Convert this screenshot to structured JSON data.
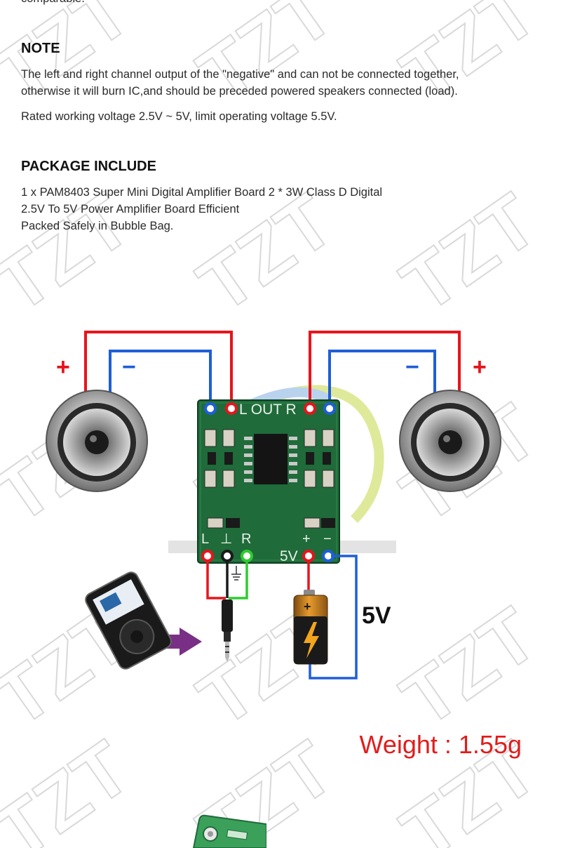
{
  "top_cut_text": "comparable.",
  "note": {
    "heading": "NOTE",
    "p1_line1": "The left and right channel output of the \"negative\" and can not be connected together,",
    "p1_line2": "otherwise it will burn IC,and should be preceded powered speakers connected (load).",
    "p2": "Rated working voltage 2.5V ~ 5V, limit operating voltage 5.5V."
  },
  "package": {
    "heading": "PACKAGE INCLUDE",
    "lines": [
      "1 x  PAM8403 Super Mini Digital Amplifier Board 2 * 3W Class D Digital",
      "2.5V To 5V Power  Amplifier Board Efficient",
      "Packed Safely in Bubble Bag."
    ]
  },
  "diagram": {
    "plus": "+",
    "minus": "−",
    "board_out_label": "L OUT R",
    "pin_left": "L",
    "pin_ground": "⊥",
    "pin_right": "R",
    "pin_power_plus": "+",
    "pin_power_minus": "−",
    "board_5v_label": "5V",
    "supply_label": "5V",
    "battery_plus": "+"
  },
  "weight": "Weight : 1.55g",
  "watermark": "TZT",
  "colors": {
    "red_wire": "#e8141c",
    "blue_wire": "#1e5ed8",
    "green_wire": "#2ecc2e",
    "pcb": "#1f6b3a",
    "weight_text": "#e21c1c"
  }
}
